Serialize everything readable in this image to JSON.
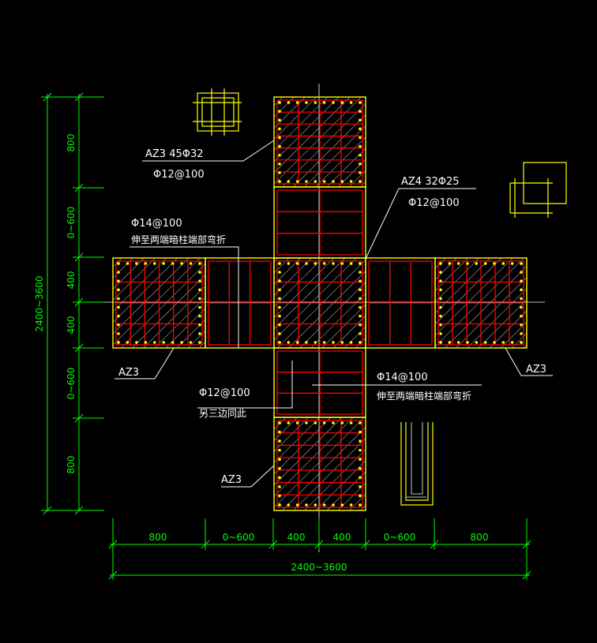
{
  "colors": {
    "background": "#000000",
    "outline": "#ffff00",
    "rebar": "#ff0000",
    "dimension": "#00ff00",
    "text": "#ffffff",
    "hatch": "#ffffff",
    "stirrup": "#ffff00"
  },
  "labels": {
    "az3_top_title": "AZ3  45Φ32",
    "az3_top_stirrup": "Φ12@100",
    "az4_title": "AZ4  32Φ25",
    "az4_stirrup": "Φ12@100",
    "left_bar": "Φ14@100",
    "left_note": "伸至两端暗柱端部弯折",
    "az3_left": "AZ3",
    "az3_right": "AZ3",
    "mid_bar": "Φ12@100",
    "mid_note": "另三边同此",
    "right_bar": "Φ14@100",
    "right_note": "伸至两端暗柱端部弯折",
    "az3_bottom": "AZ3"
  },
  "dims_vertical": {
    "segments": [
      "800",
      "0~600",
      "400",
      "400",
      "0~600",
      "800"
    ],
    "total": "2400~3600"
  },
  "dims_horizontal": {
    "segments": [
      "800",
      "0~600",
      "400",
      "400",
      "0~600",
      "800"
    ],
    "total": "2400~3600"
  }
}
